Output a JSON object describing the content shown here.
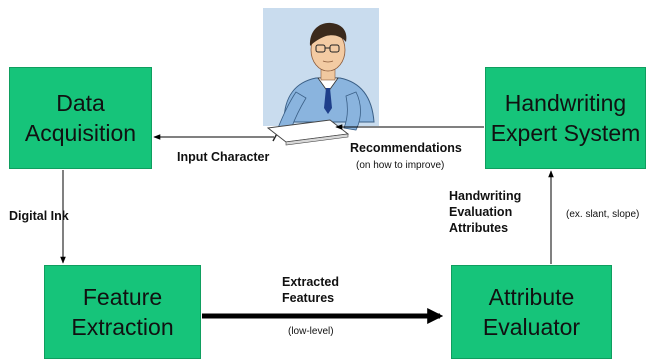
{
  "boxes": {
    "data_acquisition": [
      "Data",
      "Acquisition"
    ],
    "expert_system": [
      "Handwriting",
      "Expert System"
    ],
    "feature_extraction": [
      "Feature",
      "Extraction"
    ],
    "attribute_evaluator": [
      "Attribute",
      "Evaluator"
    ]
  },
  "labels": {
    "input_character": "Input Character",
    "recommendations": "Recommendations",
    "recommendations_sub": "(on how to improve)",
    "digital_ink": "Digital Ink",
    "handwriting_attrs": [
      "Handwriting",
      "Evaluation",
      "Attributes"
    ],
    "attrs_example": "(ex. slant, slope)",
    "extracted_features": [
      "Extracted",
      "Features"
    ],
    "low_level": "(low-level)"
  },
  "colors": {
    "box_fill": "#16c47a",
    "box_border": "#0f9e5f",
    "arrow": "#000000"
  }
}
